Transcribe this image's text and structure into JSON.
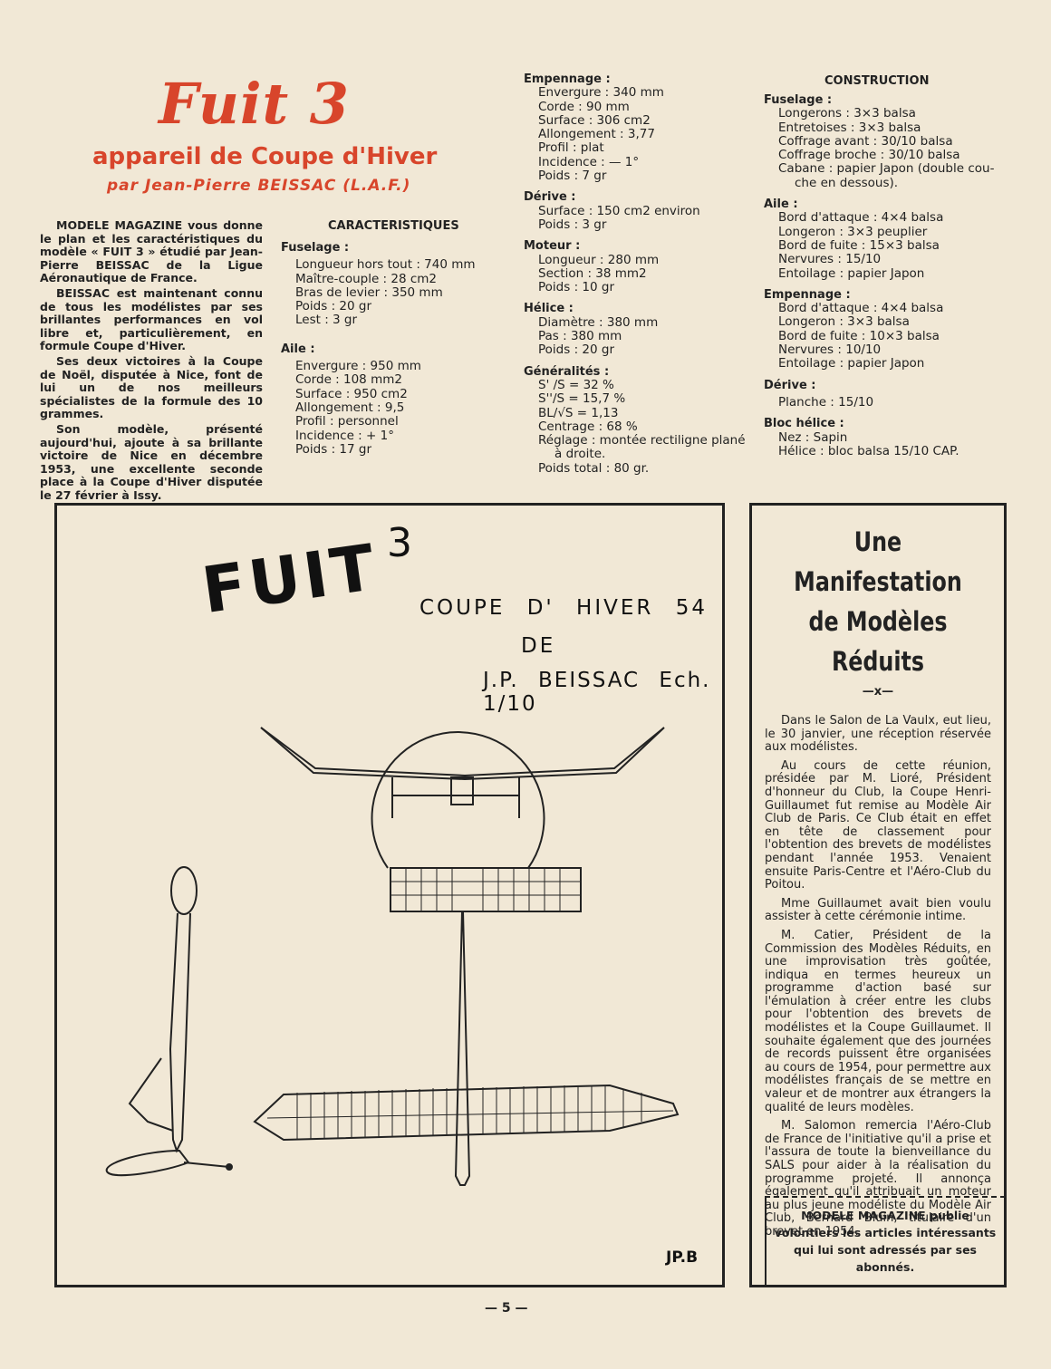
{
  "header": {
    "title": "Fuit 3",
    "subtitle": "appareil de Coupe d'Hiver",
    "byline": "par Jean-Pierre BEISSAC (L.A.F.)"
  },
  "intro": {
    "paragraphs": [
      "MODELE MAGAZINE vous donne le plan et les caractéristiques du modèle « FUIT 3 » étudié par Jean-Pierre BEISSAC de la Ligue Aéronautique de France.",
      "BEISSAC est maintenant connu de tous les modélistes par ses brillantes performances en vol libre et, particulièrement, en formule Coupe d'Hiver.",
      "Ses deux victoires à la Coupe de Noël, disputée à Nice, font de lui un de nos meilleurs spécialistes de la formule des 10 grammes.",
      "Son modèle, présenté aujourd'hui, ajoute à sa brillante victoire de Nice en décembre 1953, une excellente seconde place à la Coupe d'Hiver disputée le 27 février à Issy."
    ]
  },
  "caracteristiques": {
    "heading": "CARACTERISTIQUES",
    "fuselage": {
      "label": "Fuselage :",
      "lines": [
        "Longueur hors tout : 740 mm",
        "Maître-couple : 28 cm2",
        "Bras de levier : 350 mm",
        "Poids : 20 gr",
        "Lest : 3 gr"
      ]
    },
    "aile": {
      "label": "Aile :",
      "lines": [
        "Envergure : 950 mm",
        "Corde : 108 mm2",
        "Surface : 950 cm2",
        "Allongement : 9,5",
        "Profil : personnel",
        "Incidence : + 1°",
        "Poids : 17 gr"
      ]
    }
  },
  "col3": {
    "empennage": {
      "label": "Empennage :",
      "lines": [
        "Envergure : 340 mm",
        "Corde : 90 mm",
        "Surface : 306 cm2",
        "Allongement : 3,77",
        "Profil : plat",
        "Incidence : — 1°",
        "Poids : 7 gr"
      ]
    },
    "derive": {
      "label": "Dérive :",
      "lines": [
        "Surface : 150 cm2 environ",
        "Poids : 3 gr"
      ]
    },
    "moteur": {
      "label": "Moteur :",
      "lines": [
        "Longueur : 280 mm",
        "Section : 38 mm2",
        "Poids : 10 gr"
      ]
    },
    "helice": {
      "label": "Hélice :",
      "lines": [
        "Diamètre : 380 mm",
        "Pas : 380 mm",
        "Poids : 20 gr"
      ]
    },
    "generalites": {
      "label": "Généralités :",
      "lines": [
        "S' /S = 32 %",
        "S''/S = 15,7 %",
        "BL/√S = 1,13",
        "Centrage : 68 %",
        "Réglage : montée rectiligne plané",
        "à droite.",
        "Poids total : 80 gr."
      ]
    }
  },
  "construction": {
    "heading": "CONSTRUCTION",
    "fuselage": {
      "label": "Fuselage :",
      "lines": [
        "Longerons : 3×3 balsa",
        "Entretoises : 3×3 balsa",
        "Coffrage avant : 30/10 balsa",
        "Coffrage broche : 30/10 balsa",
        "Cabane : papier Japon (double cou-",
        "che en dessous)."
      ]
    },
    "aile": {
      "label": "Aile :",
      "lines": [
        "Bord d'attaque : 4×4 balsa",
        "Longeron : 3×3 peuplier",
        "Bord de fuite : 15×3 balsa",
        "Nervures : 15/10",
        "Entoilage : papier Japon"
      ]
    },
    "empennage": {
      "label": "Empennage :",
      "lines": [
        "Bord d'attaque : 4×4 balsa",
        "Longeron : 3×3 balsa",
        "Bord de fuite : 10×3 balsa",
        "Nervures : 10/10",
        "Entoilage : papier Japon"
      ]
    },
    "derive": {
      "label": "Dérive :",
      "lines": [
        "Planche : 15/10"
      ]
    },
    "bloc_helice": {
      "label": "Bloc hélice :",
      "lines": [
        "Nez : Sapin",
        "Hélice : bloc balsa 15/10 CAP."
      ]
    }
  },
  "plan": {
    "title": "FUIT",
    "title_sup": "3",
    "line1": "COUPE D' HIVER 54",
    "line2": "DE",
    "line3": "J.P. BEISSAC Ech. 1/10",
    "signature": "JP.B"
  },
  "manifestation": {
    "title_line1": "Une Manifestation",
    "title_line2": "de Modèles Réduits",
    "separator": "—x—",
    "paragraphs": [
      "Dans le Salon de La Vaulx, eut lieu, le 30 janvier, une réception réservée aux modélistes.",
      "Au cours de cette réunion, présidée par M. Lioré, Président d'honneur du Club, la Coupe Henri-Guillaumet fut remise au Modèle Air Club de Paris. Ce Club était en effet en tête de classement pour l'obtention des brevets de modélistes pendant l'année 1953. Venaient ensuite Paris-Centre et l'Aéro-Club du Poitou.",
      "Mme Guillaumet avait bien voulu assister à cette cérémonie intime.",
      "M. Catier, Président de la Commission des Modèles Réduits, en une improvisation très goûtée, indiqua en termes heureux un programme d'action basé sur l'émulation à créer entre les clubs pour l'obtention des brevets de modélistes et la Coupe Guillaumet. Il souhaite également que des journées de records puissent être organisées au cours de 1954, pour permettre aux modélistes français de se mettre en valeur et de montrer aux étrangers la qualité de leurs modèles.",
      "M. Salomon remercia l'Aéro-Club de France de l'initiative qu'il a prise et l'assura de toute la bienveillance du SALS pour aider à la réalisation du programme projeté. Il annonça également qu'il attribuait un moteur au plus jeune modéliste du Modèle Air Club, Bernard Bluin, titulaire d'un brevet en 1954."
    ],
    "notice": "MODELE MAGAZINE publie volontiers les articles intéressants qui lui sont adressés par ses abonnés."
  },
  "page_number": "— 5 —"
}
